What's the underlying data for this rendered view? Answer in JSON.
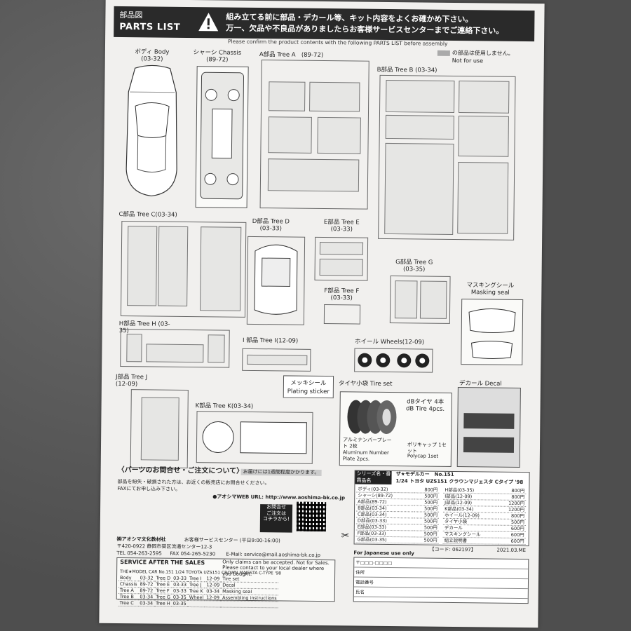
{
  "header": {
    "parts_jp": "部品図",
    "parts_en": "PARTS LIST",
    "warn_jp_1": "組み立てる前に部品・デカール等、キット内容をよくお確かめ下さい。",
    "warn_jp_2": "万一、欠品や不良品がありましたらお客様サービスセンターまでご連絡下さい。",
    "confirm_en": "Please confirm the product contents with the following PARTS LIST before assembly",
    "not_for_use_jp": "の部品は使用しません。",
    "not_for_use_en": "Not for use"
  },
  "trees": [
    {
      "label": "ボディ Body",
      "code": "(03-32)"
    },
    {
      "label": "シャーシ Chassis",
      "code": "(89-72)"
    },
    {
      "label": "A部品 Tree A",
      "code": "(89-72)"
    },
    {
      "label": "B部品 Tree B",
      "code": "(03-34)"
    },
    {
      "label": "C部品 Tree C",
      "code": "(03-34)"
    },
    {
      "label": "D部品 Tree D",
      "code": "(03-33)"
    },
    {
      "label": "E部品 Tree E",
      "code": "(03-33)"
    },
    {
      "label": "F部品 Tree F",
      "code": "(03-33)"
    },
    {
      "label": "G部品 Tree G",
      "code": "(03-35)"
    },
    {
      "label": "マスキングシール",
      "code": "Masking seal"
    },
    {
      "label": "H部品 Tree H",
      "code": "(03-35)"
    },
    {
      "label": "I 部品 Tree I",
      "code": "(12-09)"
    },
    {
      "label": "ホイール Wheels",
      "code": "(12-09)"
    },
    {
      "label": "J部品 Tree J",
      "code": "(12-09)"
    },
    {
      "label": "K部品 Tree K",
      "code": "(03-34)"
    },
    {
      "label": "タイヤ小袋 Tire set",
      "code": ""
    },
    {
      "label": "デカール Decal",
      "code": ""
    }
  ],
  "sticker": {
    "jp": "メッキシール",
    "en": "Plating sticker"
  },
  "tire": {
    "jp": "dBタイヤ 4本",
    "en": "dB Tire 4pcs."
  },
  "plate": {
    "jp": "アルミナンバープレート 2枚",
    "en": "Aluminum Number Plate 2pcs."
  },
  "polycap": {
    "jp": "ポリキャップ 1セット",
    "en": "Polycap 1set"
  },
  "contact": {
    "title": "〈パーツのお問合せ・ご注文について〉",
    "note": "お届けには1週間程度かかります。",
    "body1": "部品を紛失・破損された方は、お近くの販売店にお問合せください。",
    "body2": "FAXにてお申し込み下さい。",
    "web_label": "●アオシマWEB URL:",
    "web_url": "http://www.aoshima-bk.co.jp",
    "qr_note_1": "お問合せ",
    "qr_note_2": "ご注文は",
    "qr_note_3": "コチラから!",
    "company": "㈱アオシマ文化教材社",
    "center": "お客様サービスセンター (平日9:00-16:00)",
    "address": "〒420-0922 静岡市葵区流通センター12-3",
    "tel": "TEL 054-263-2595",
    "fax": "FAX 054-265-5230",
    "email": "E-Mail: service@mail.aoshima-bk.co.jp"
  },
  "service": {
    "title": "SERVICE AFTER THE SALES",
    "note1": "Only claims can be accepted. Not for Sales.",
    "note2": "Please contact to your local dealer where you bought.",
    "model": "THE★MODEL CAR No.151 1/24 TOYOTA UZS151 CROWN MAJESTA C-TYPE '98",
    "rows": [
      [
        "Body",
        "03-32",
        "Tree D",
        "03-33",
        "Tree I",
        "12-09",
        "Tire set"
      ],
      [
        "Chassis",
        "89-72",
        "Tree E",
        "03-33",
        "Tree J",
        "12-09",
        "Decal"
      ],
      [
        "Tree A",
        "89-72",
        "Tree F",
        "03-33",
        "Tree K",
        "03-34",
        "Masking seal"
      ],
      [
        "Tree B",
        "03-34",
        "Tree G",
        "03-35",
        "Wheel",
        "12-09",
        "Assembling instructions"
      ],
      [
        "Tree C",
        "03-34",
        "Tree H",
        "03-35",
        "",
        "",
        ""
      ]
    ]
  },
  "price": {
    "series_label": "シリーズ名・番号",
    "series_value": "ザ★モデルカー　No.151",
    "name_label": "商品名",
    "name_value": "1/24 トヨタ UZS151 クラウンマジェスタ Cタイプ '98",
    "left": [
      [
        "ボディ(03-32)",
        "800円"
      ],
      [
        "シャーシ(89-72)",
        "500円"
      ],
      [
        "A部品(89-72)",
        "500円"
      ],
      [
        "B部品(03-34)",
        "500円"
      ],
      [
        "C部品(03-34)",
        "500円"
      ],
      [
        "D部品(03-33)",
        "500円"
      ],
      [
        "E部品(03-33)",
        "500円"
      ],
      [
        "F部品(03-33)",
        "500円"
      ],
      [
        "G部品(03-35)",
        "500円"
      ]
    ],
    "right": [
      [
        "H部品(03-35)",
        "800円"
      ],
      [
        "I部品(12-09)",
        "800円"
      ],
      [
        "J部品(12-09)",
        "1200円"
      ],
      [
        "K部品(03-34)",
        "1200円"
      ],
      [
        "ホイール(12-09)",
        "800円"
      ],
      [
        "タイヤ小袋",
        "500円"
      ],
      [
        "デカール",
        "600円"
      ],
      [
        "マスキングシール",
        "600円"
      ],
      [
        "組立説明書",
        "600円"
      ]
    ],
    "code": "【コード: 062197】",
    "date": "2021.03.ME"
  },
  "order": {
    "japanese_only": "For Japanese use only",
    "postal": "〒□□□-□□□□",
    "address": "住所",
    "phone": "電話番号",
    "name": "氏名"
  }
}
